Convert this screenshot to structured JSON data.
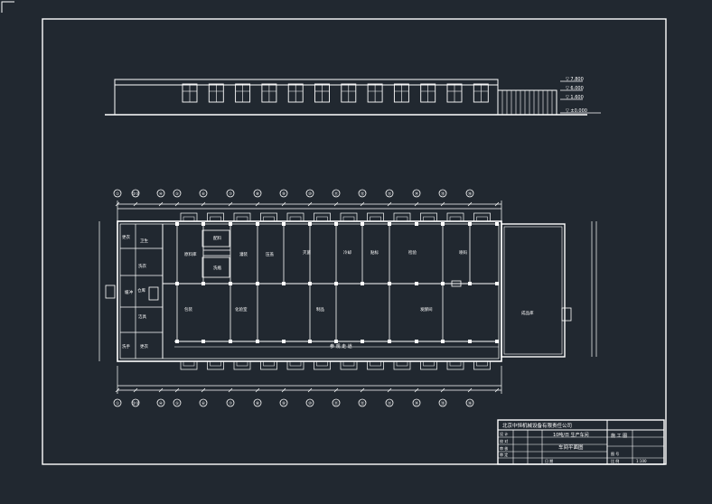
{
  "colors": {
    "background": "#212830",
    "lines": "#ffffff"
  },
  "elevation": {
    "level_labels": [
      "▽ 7.800",
      "▽ 6.000",
      "▽ 1.600",
      "▽ ±0.000"
    ]
  },
  "axes": {
    "top": [
      "①",
      "②③",
      "④",
      "⑤",
      "⑥",
      "⑦",
      "⑧",
      "⑨",
      "⑩",
      "⑪",
      "⑫",
      "⑬",
      "⑭",
      "⑮",
      "⑯"
    ],
    "bottom": [
      "①",
      "②③",
      "④",
      "⑤",
      "⑥",
      "⑦",
      "⑧",
      "⑨",
      "⑩",
      "⑪",
      "⑫",
      "⑬",
      "⑭",
      "⑮",
      "⑯"
    ]
  },
  "plan": {
    "corridor_label": "参 观 走 道",
    "rooms": [
      "更衣",
      "洗衣",
      "缓冲",
      "洁具",
      "洗手",
      "更衣",
      "卫生",
      "原料库",
      "配料",
      "洗瓶",
      "灌装",
      "压盖",
      "灭菌",
      "冷却",
      "贴标",
      "检验",
      "喷码",
      "包装",
      "化验室",
      "制品",
      "发酵间",
      "成品库",
      "仓库"
    ]
  },
  "title_block": {
    "company": "北京中恒机械设备有限责任公司",
    "project": "10吨/日 生产车间",
    "drawing_title": "车间平面图",
    "stage_label": "施 工 图",
    "row_labels": [
      "设 计",
      "校 对",
      "审 核",
      "审 定"
    ],
    "scale_label": "比 例",
    "scale_value": "1:100",
    "sheet_label": "图 号",
    "date_label": "日 期"
  }
}
